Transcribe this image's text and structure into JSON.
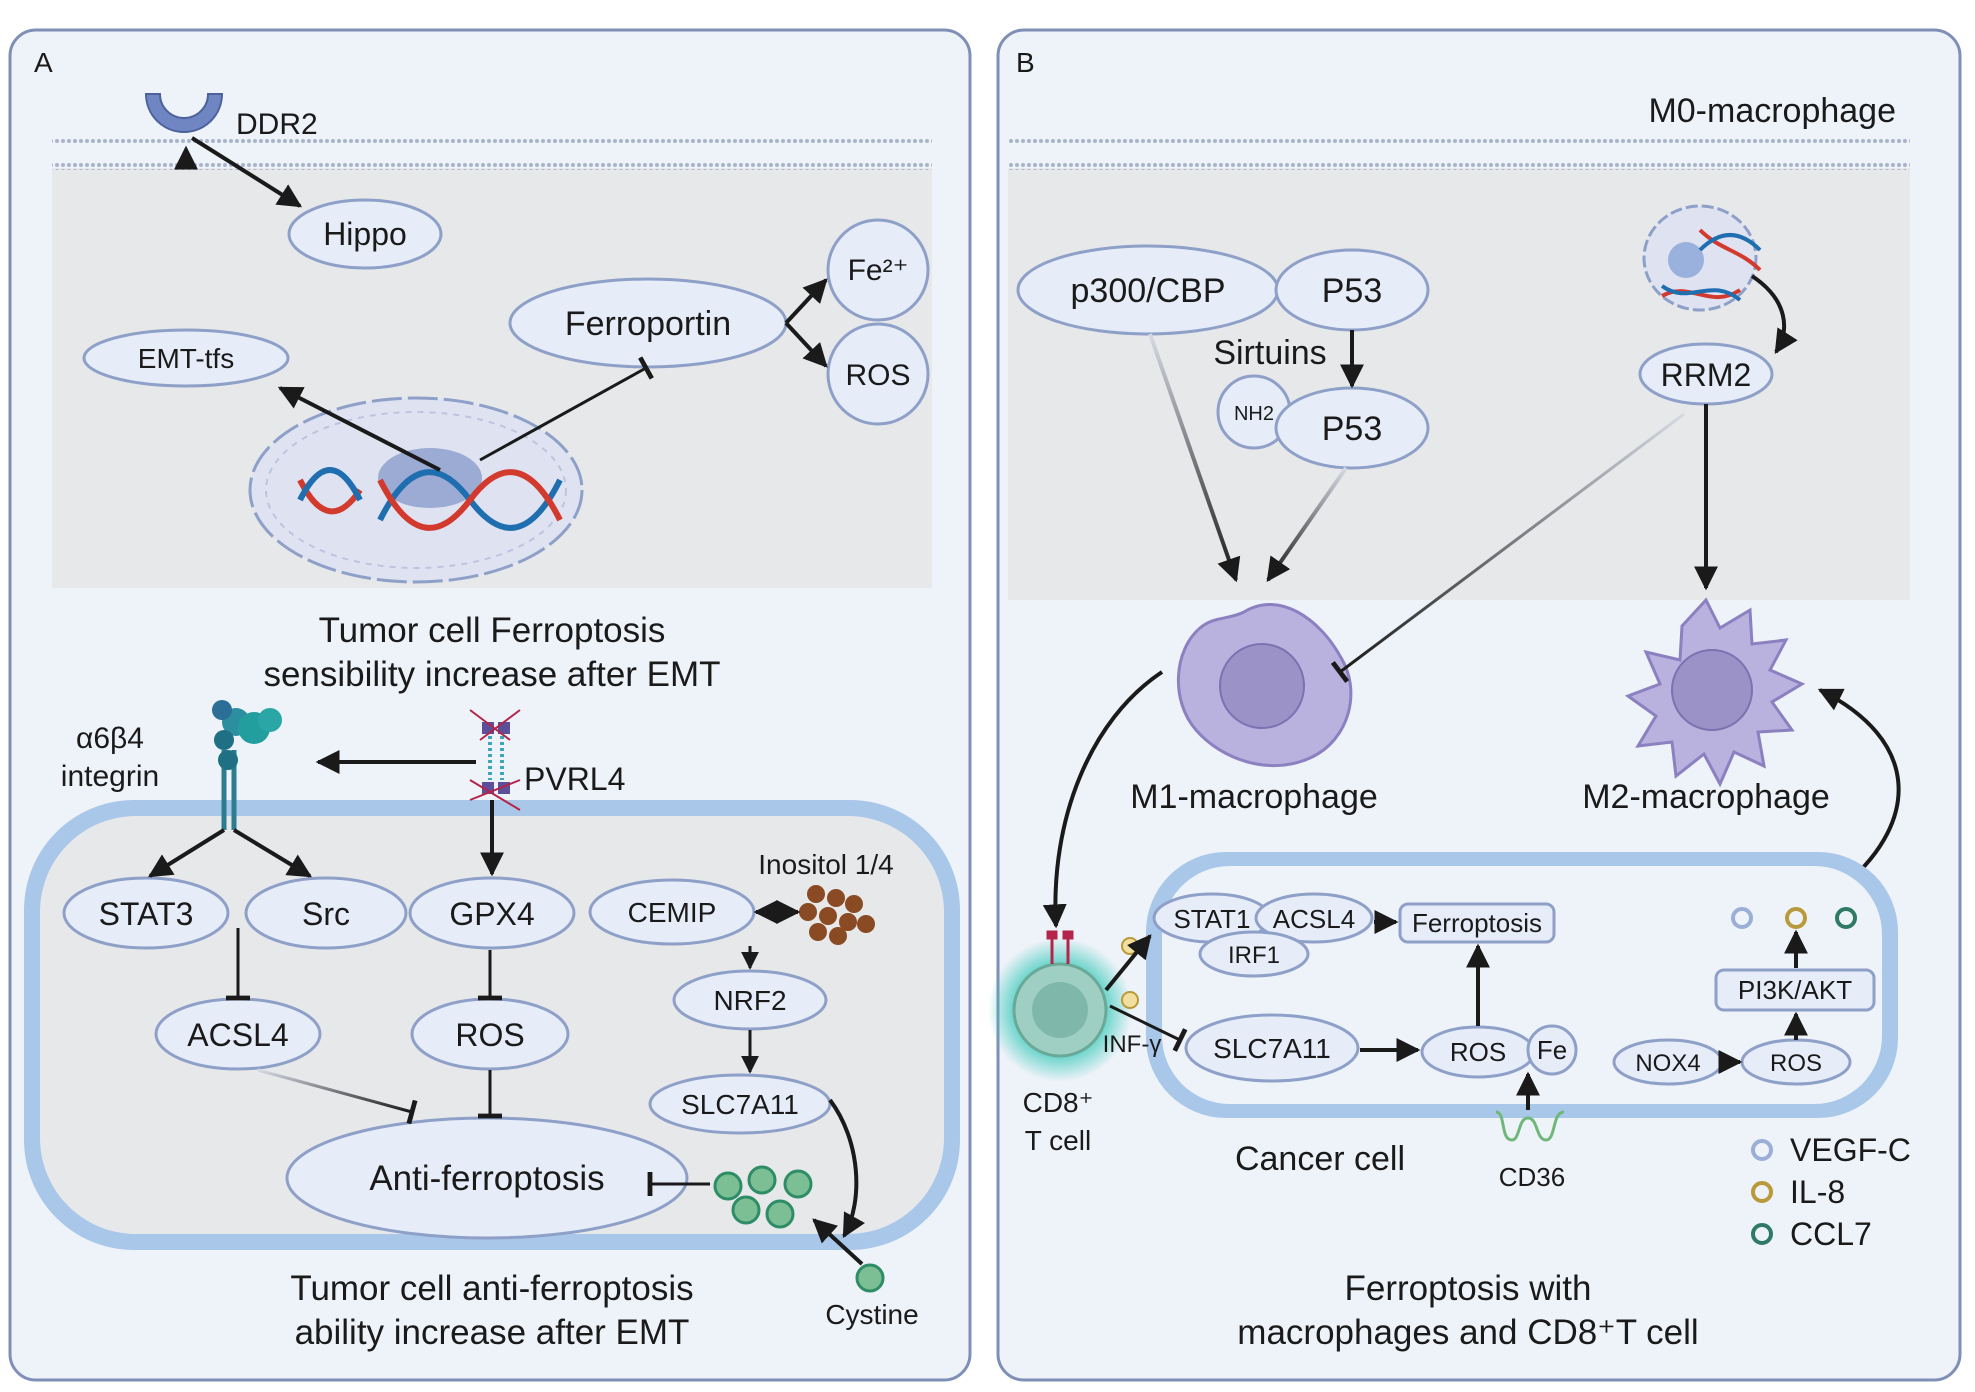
{
  "panelA": {
    "letter": "A",
    "ddr2": "DDR2",
    "hippo": "Hippo",
    "emt_tfs": "EMT-tfs",
    "ferroportin": "Ferroportin",
    "fe2": "Fe²⁺",
    "ros_top": "ROS",
    "caption_top_1": "Tumor cell Ferroptosis",
    "caption_top_2": "sensibility increase after EMT",
    "integrin_1": "α6β4",
    "integrin_2": "integrin",
    "pvrl4": "PVRL4",
    "stat3": "STAT3",
    "src": "Src",
    "gpx4": "GPX4",
    "cemip": "CEMIP",
    "inositol": "Inositol 1/4",
    "nrf2": "NRF2",
    "acsl4": "ACSL4",
    "ros_mid": "ROS",
    "slc7a11": "SLC7A11",
    "anti_ferroptosis": "Anti-ferroptosis",
    "cystine": "Cystine",
    "caption_bottom_1": "Tumor cell anti-ferroptosis",
    "caption_bottom_2": "ability increase after EMT"
  },
  "panelB": {
    "letter": "B",
    "m0": "M0-macrophage",
    "p300": "p300/CBP",
    "p53_top": "P53",
    "sirtuins": "Sirtuins",
    "nh2": "NH2",
    "p53_bottom": "P53",
    "rrm2": "RRM2",
    "m1": "M1-macrophage",
    "m2": "M2-macrophage",
    "stat1": "STAT1",
    "acsl4": "ACSL4",
    "irf1": "IRF1",
    "ferroptosis": "Ferroptosis",
    "slc7a11": "SLC7A11",
    "ros": "ROS",
    "fe": "Fe",
    "pi3k": "PI3K/AKT",
    "nox4": "NOX4",
    "ros_right": "ROS",
    "inf": "INF-γ",
    "cd8_1": "CD8⁺",
    "cd8_2": "T cell",
    "cancer_cell": "Cancer cell",
    "cd36": "CD36",
    "caption_1": "Ferroptosis with",
    "caption_2": "macrophages and CD8⁺T cell"
  },
  "legend": [
    {
      "label": "VEGF-C",
      "color": "#9aaed6"
    },
    {
      "label": "IL-8",
      "color": "#b89a3a"
    },
    {
      "label": "CCL7",
      "color": "#2e7a64"
    }
  ],
  "colors": {
    "panel_bg": "#eef2f9",
    "panel_border": "#7f8fb6",
    "cell_bg": "#e9eaec",
    "oval_fill": "#e6edf9",
    "oval_stroke": "#8ea0c8",
    "membrane": "#a9c7e9",
    "macrophage": "#b9b1de",
    "nucleus": "#9b92c7",
    "cystine": "#2e8c66",
    "inositol": "#8a4a24",
    "tcell_glow": "#37c9b8"
  }
}
